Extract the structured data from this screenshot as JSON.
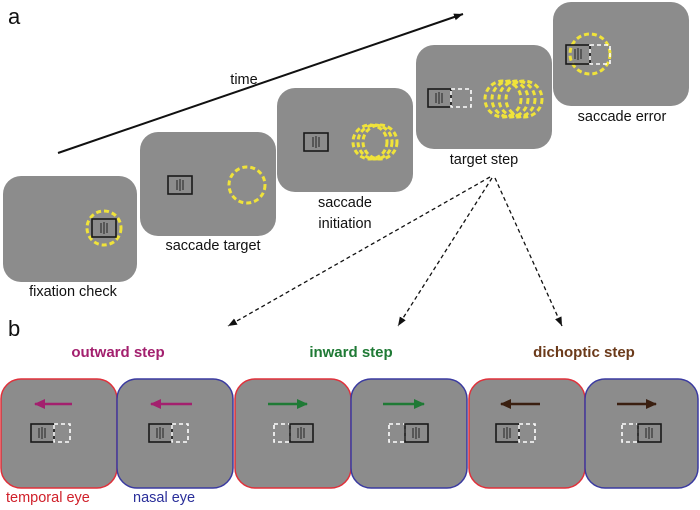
{
  "panel_a": {
    "letter": "a",
    "time_label": "time",
    "frames": [
      {
        "label": "fixation check"
      },
      {
        "label": "saccade target"
      },
      {
        "label_line1": "saccade",
        "label_line2": "initiation"
      },
      {
        "label": "target step"
      },
      {
        "label": "saccade error"
      }
    ]
  },
  "panel_b": {
    "letter": "b",
    "conditions": [
      {
        "title": "outward step",
        "color": "#a3206e"
      },
      {
        "title": "inward step",
        "color": "#1f7a35"
      },
      {
        "title": "dichoptic step",
        "color": "#6b3a1a"
      }
    ],
    "eye_labels": {
      "temporal": "temporal eye",
      "nasal": "nasal eye",
      "temporal_color": "#d0202a",
      "nasal_color": "#2a2f9a"
    }
  },
  "colors": {
    "screen": "#8c8c8c",
    "target": "#f0e33a",
    "temporal_border": "#e0303a",
    "nasal_border": "#3a3aa0"
  },
  "icons": [
    "arrow-left-icon",
    "arrow-right-icon",
    "fixation-box-icon",
    "target-circle-icon"
  ]
}
